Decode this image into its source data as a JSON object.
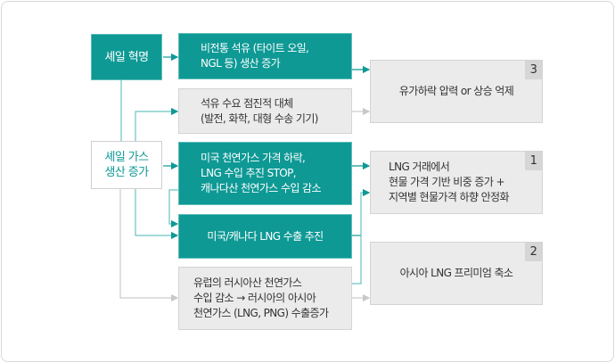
{
  "sources": {
    "shale_revolution": "셰일 혁명",
    "shale_gas": "셰일 가스\n생산 증가"
  },
  "effects": {
    "unconventional_oil": "비전통 석유 (타이트 오일,\nNGL 등) 생산 증가",
    "oil_substitution": "석유 수요 점진적 대체\n(발전, 화학, 대형 수송 기기)",
    "us_gas_price": "미국 천연가스 가격 하락,\nLNG 수입 추진 STOP,\n캐나다산 천연가스 수입 감소",
    "lng_export": "미국/캐나다 LNG 수출 추진",
    "russia_gas": "유럽의 러시아산 천연가스\n수입 감소 → 러시아의 아시아\n천연가스 (LNG, PNG) 수출증가"
  },
  "outcomes": [
    {
      "number": "3",
      "text": "유가하락 압력 or 상승 억제"
    },
    {
      "number": "1",
      "text": "LNG 거래에서\n현물 가격 기반 비중 증가 +\n지역별 현물가격 하향 안정화"
    },
    {
      "number": "2",
      "text": "아시아 LNG 프리미엄 축소"
    }
  ],
  "colors": {
    "teal": "#0e9995",
    "gray_line": "#cccccc",
    "teal_line": "#6cc3bf"
  }
}
